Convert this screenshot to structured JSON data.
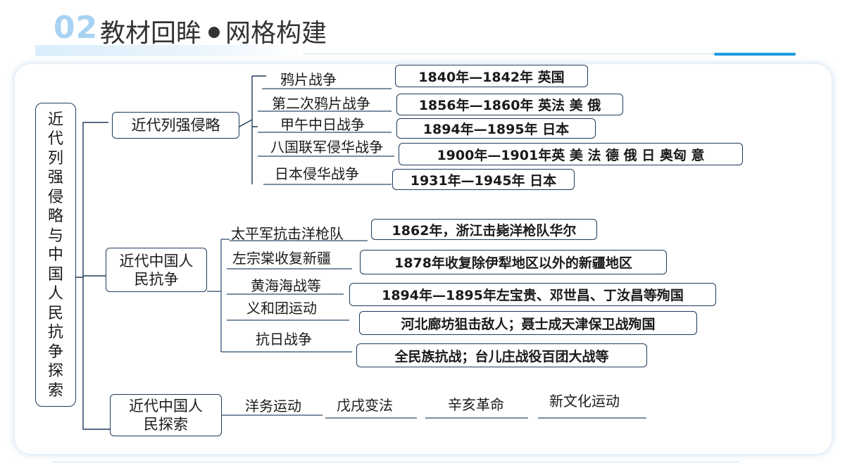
{
  "header": {
    "number": "02",
    "title_left": "教材回眸",
    "title_right": "网格构建"
  },
  "main_title": "近代列强侵略与中国人民抗争探索",
  "sections": [
    {
      "title": "近代列强侵略",
      "rows": [
        {
          "label": "鸦片战争",
          "detail": "1840年—1842年  英国"
        },
        {
          "label": "第二次鸦片战争",
          "detail": "1856年—1860年  英法  美 俄"
        },
        {
          "label": "甲午中日战争",
          "detail": "1894年—1895年 日本"
        },
        {
          "label": "八国联军侵华战争",
          "detail": "1900年—1901年英 美 法 德 俄 日 奥匈 意"
        },
        {
          "label": "日本侵华战争",
          "detail": "1931年—1945年 日本"
        }
      ]
    },
    {
      "title": "近代中国人民抗争",
      "title_lines": [
        "近代中国人",
        "民抗争"
      ],
      "labels": [
        "太平军抗击洋枪队",
        "左宗棠收复新疆",
        "黄海海战等",
        "义和团运动",
        "抗日战争"
      ],
      "details": [
        "1862年，浙江击毙洋枪队华尔",
        "1878年收复除伊犁地区以外的新疆地区",
        "1894年—1895年左宝贵、邓世昌、丁汝昌等殉国",
        "河北廊坊狙击敌人；聂士成天津保卫战殉国",
        "全民族抗战；台儿庄战役百团大战等"
      ]
    },
    {
      "title": "近代中国人民探索",
      "title_lines": [
        "近代中国人",
        "民探索"
      ],
      "items": [
        "洋务运动",
        "戊戌变法",
        "辛亥革命",
        "新文化运动"
      ]
    }
  ]
}
